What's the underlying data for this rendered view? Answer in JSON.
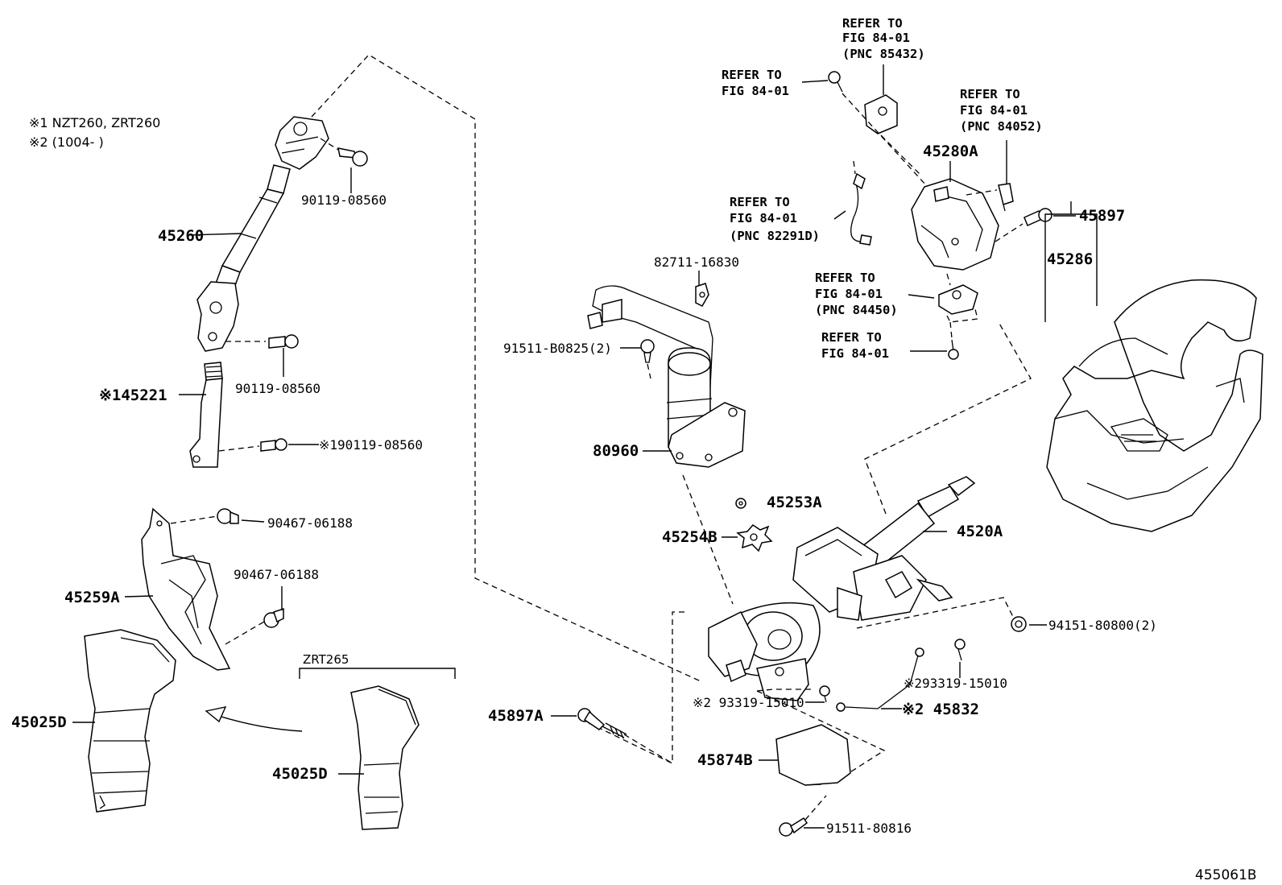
{
  "notes": {
    "note1": "※1 NZT260, ZRT260",
    "note2": "※2 (1004-      )"
  },
  "labels": {
    "p45260": "45260",
    "p90119_a": "90119-08560",
    "p90119_b": "90119-08560",
    "p45221": "※145221",
    "p90119_c": "※190119-08560",
    "p90467_a": "90467-06188",
    "p90467_b": "90467-06188",
    "p45259A": "45259A",
    "p45025D_a": "45025D",
    "zrt265": "ZRT265",
    "p45025D_b": "45025D",
    "p82711": "82711-16830",
    "p91511_b0825": "91511-B0825(2)",
    "p80960": "80960",
    "p45253A": "45253A",
    "p45254B": "45254B",
    "p4520A": "4520A",
    "p45280A": "45280A",
    "p45897": "45897",
    "p45286": "45286",
    "p94151": "94151-80800(2)",
    "p93319_a": "※293319-15010",
    "p93319_b": "※2 93319-15010",
    "p45832": "※2 45832",
    "p45897A": "45897A",
    "p45874B": "45874B",
    "p91511_80816": "91511-80816",
    "code": "455061B"
  },
  "refs": {
    "r1": {
      "l1": "REFER TO",
      "l2": "FIG 84-01",
      "l3": "(PNC 85432)"
    },
    "r2": {
      "l1": "REFER TO",
      "l2": "FIG 84-01"
    },
    "r3": {
      "l1": "REFER TO",
      "l2": "FIG 84-01",
      "l3": "(PNC 84052)"
    },
    "r4": {
      "l1": "REFER TO",
      "l2": "FIG 84-01",
      "l3": "(PNC 82291D)"
    },
    "r5": {
      "l1": "REFER TO",
      "l2": "FIG 84-01",
      "l3": "(PNC 84450)"
    },
    "r6": {
      "l1": "REFER TO",
      "l2": "FIG 84-01"
    }
  }
}
